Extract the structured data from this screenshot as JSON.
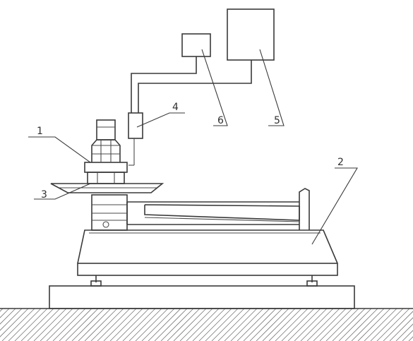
{
  "callouts": {
    "c1": "1",
    "c2": "2",
    "c3": "3",
    "c4": "4",
    "c5": "5",
    "c6": "6"
  },
  "colors": {
    "line": "#3a3a3a",
    "hatch": "#777777",
    "background": "#ffffff"
  }
}
